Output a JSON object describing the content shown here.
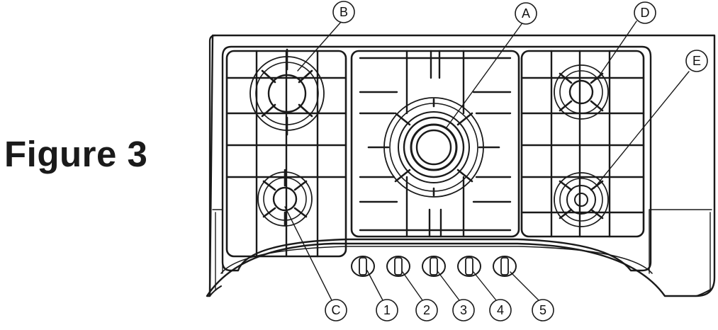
{
  "figure": {
    "title": "Figure 3"
  },
  "burner_callouts": [
    {
      "letter": "A",
      "target": "large central burner"
    },
    {
      "letter": "B",
      "target": "rear-left burner"
    },
    {
      "letter": "C",
      "target": "front-left burner"
    },
    {
      "letter": "D",
      "target": "rear-right burner"
    },
    {
      "letter": "E",
      "target": "front-right burner"
    }
  ],
  "knob_callouts": [
    "1",
    "2",
    "3",
    "4",
    "5"
  ],
  "colors": {
    "line": "#1a1a1a",
    "background": "#ffffff"
  }
}
